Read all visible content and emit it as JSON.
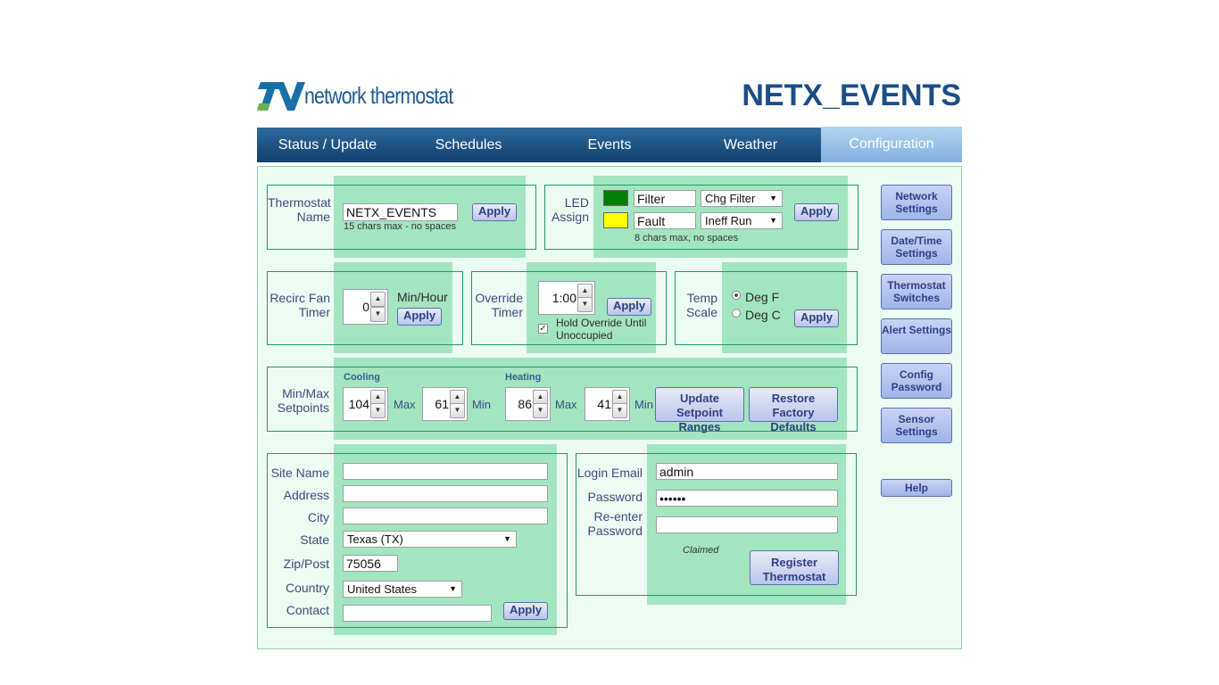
{
  "brand": {
    "name": "network thermostat",
    "colors": {
      "primary": "#1b4d87",
      "accent": "#2e6a9e"
    }
  },
  "device_title": "NETX_EVENTS",
  "nav": {
    "items": [
      {
        "label": "Status / Update"
      },
      {
        "label": "Schedules"
      },
      {
        "label": "Events"
      },
      {
        "label": "Weather"
      },
      {
        "label": "Configuration"
      }
    ],
    "active": "Configuration"
  },
  "thermostat_name": {
    "label": "Thermostat Name",
    "value": "NETX_EVENTS",
    "hint": "15 chars max - no spaces",
    "apply": "Apply"
  },
  "led_assign": {
    "label": "LED Assign",
    "rows": [
      {
        "color": "#008000",
        "name": "Filter",
        "option": "Chg Filter"
      },
      {
        "color": "#ffff00",
        "name": "Fault",
        "option": "Ineff Run"
      }
    ],
    "hint": "8 chars max, no spaces",
    "apply": "Apply"
  },
  "recirc": {
    "label": "Recirc Fan Timer",
    "value": "0",
    "unit": "Min/Hour",
    "apply": "Apply"
  },
  "override": {
    "label": "Override Timer",
    "value": "1:00",
    "apply": "Apply",
    "hold_label": "Hold Override Until Unoccupied",
    "hold_checked": true
  },
  "temp_scale": {
    "label": "Temp Scale",
    "options": [
      "Deg F",
      "Deg C"
    ],
    "selected": "Deg F",
    "apply": "Apply"
  },
  "setpoints": {
    "label": "Min/Max Setpoints",
    "cooling_label": "Cooling",
    "heating_label": "Heating",
    "cooling_max": "104",
    "cooling_min": "61",
    "heating_max": "86",
    "heating_min": "41",
    "max_label": "Max",
    "min_label": "Min",
    "update_button": "Update Setpoint Ranges",
    "restore_button": "Restore Factory Defaults"
  },
  "site": {
    "site_name_label": "Site Name",
    "site_name": "",
    "address_label": "Address",
    "address": "",
    "city_label": "City",
    "city": "",
    "state_label": "State",
    "state": "Texas (TX)",
    "zip_label": "Zip/Post",
    "zip": "75056",
    "country_label": "Country",
    "country": "United States",
    "contact_label": "Contact",
    "contact": "",
    "apply": "Apply"
  },
  "login": {
    "email_label": "Login Email",
    "email": "admin",
    "password_label": "Password",
    "password": "••••••",
    "reenter_label": "Re-enter Password",
    "reenter": "",
    "status": "Claimed",
    "register_button": "Register Thermostat"
  },
  "side_buttons": [
    "Network Settings",
    "Date/Time Settings",
    "Thermostat Switches",
    "Alert Settings",
    "Config Password",
    "Sensor Settings"
  ],
  "help": "Help",
  "icons": {
    "spin_up": "chevron-up-icon",
    "spin_down": "chevron-down-icon",
    "select": "dropdown-arrow-icon",
    "logo": "nt-logo-icon"
  }
}
